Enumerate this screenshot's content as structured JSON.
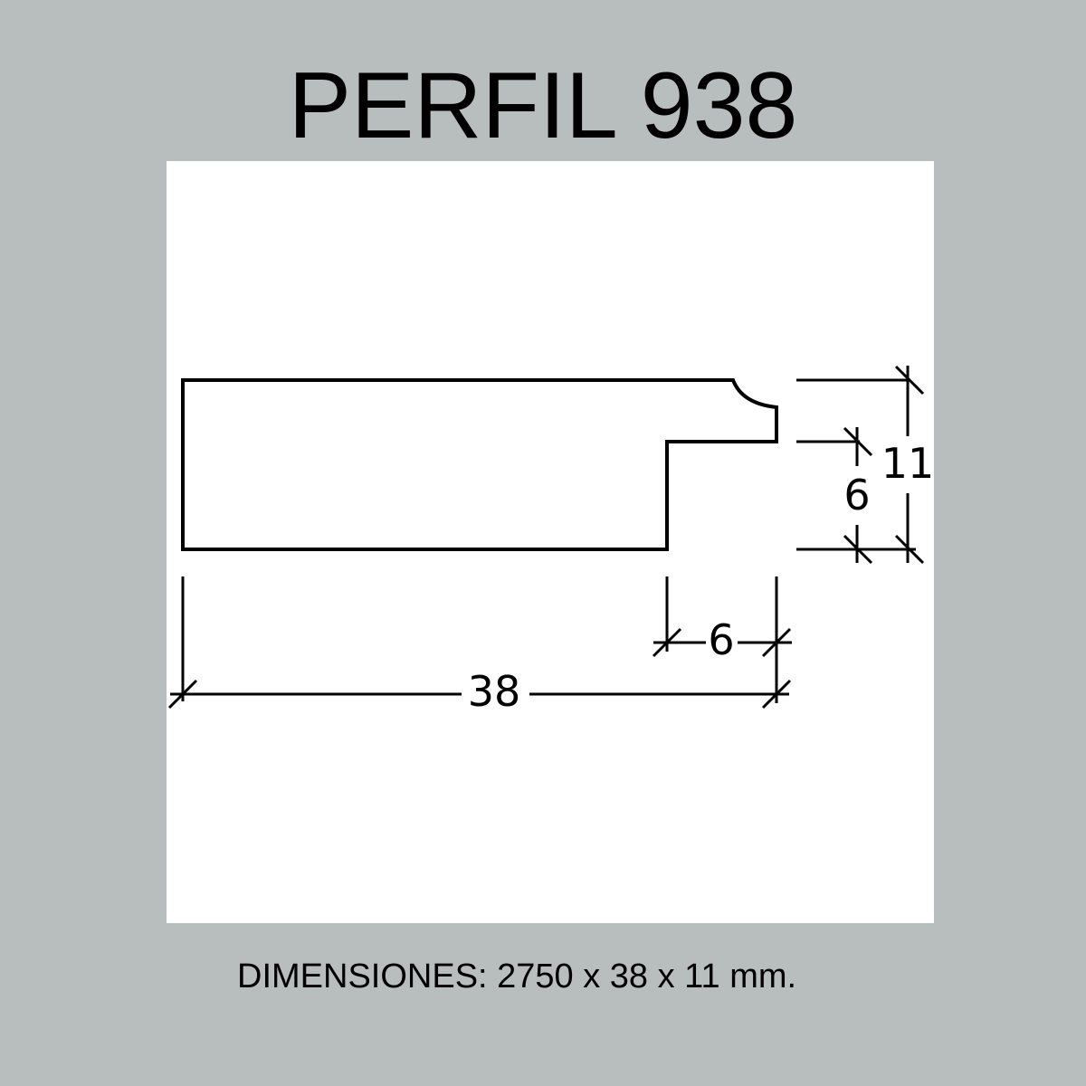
{
  "title": "PERFIL 938",
  "dimensions_text": "DIMENSIONES: 2750 x 38 x 11 mm.",
  "drawing": {
    "labels": {
      "total_width": "38",
      "rabbet_width": "6",
      "total_height": "11",
      "rabbet_height": "6"
    }
  }
}
